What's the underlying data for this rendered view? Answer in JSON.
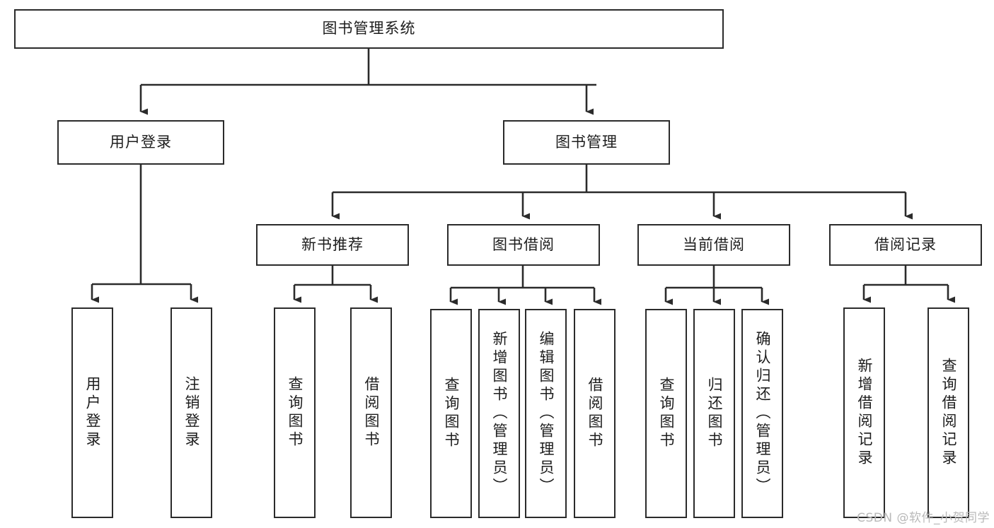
{
  "diagram": {
    "type": "tree",
    "title": "图书管理系统",
    "root": {
      "label": "图书管理系统"
    },
    "level1": [
      {
        "label": "用户登录"
      },
      {
        "label": "图书管理"
      }
    ],
    "level2": [
      {
        "label": "新书推荐",
        "parent": "图书管理"
      },
      {
        "label": "图书借阅",
        "parent": "图书管理"
      },
      {
        "label": "当前借阅",
        "parent": "图书管理"
      },
      {
        "label": "借阅记录",
        "parent": "图书管理"
      }
    ],
    "leaves": [
      {
        "label": "用户登录",
        "parent": "用户登录"
      },
      {
        "label": "注销登录",
        "parent": "用户登录"
      },
      {
        "label": "查询图书",
        "parent": "新书推荐"
      },
      {
        "label": "借阅图书",
        "parent": "新书推荐"
      },
      {
        "label": "查询图书",
        "parent": "图书借阅"
      },
      {
        "label": "新增图书（管理员）",
        "parent": "图书借阅"
      },
      {
        "label": "编辑图书（管理员）",
        "parent": "图书借阅"
      },
      {
        "label": "借阅图书",
        "parent": "图书借阅"
      },
      {
        "label": "查询图书",
        "parent": "当前借阅"
      },
      {
        "label": "归还图书",
        "parent": "当前借阅"
      },
      {
        "label": "确认归还（管理员）",
        "parent": "当前借阅"
      },
      {
        "label": "新增借阅记录",
        "parent": "借阅记录"
      },
      {
        "label": "查询借阅记录",
        "parent": "借阅记录"
      }
    ],
    "watermark": "CSDN @软件_小贺同学",
    "colors": {
      "border": "#2b2b2b",
      "background": "#ffffff",
      "text": "#1d1d1d",
      "connector": "#2b2b2b",
      "watermark": "#b9b9b9"
    }
  }
}
